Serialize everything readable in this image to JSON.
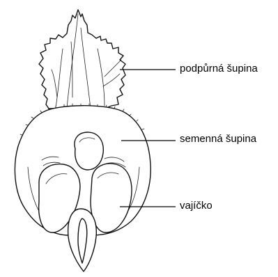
{
  "labels": {
    "bract_scale": "podpůrná šupina",
    "seed_scale": "semenná šupina",
    "ovule": "vajíčko"
  },
  "colors": {
    "ink": "#111111",
    "background": "#ffffff"
  }
}
